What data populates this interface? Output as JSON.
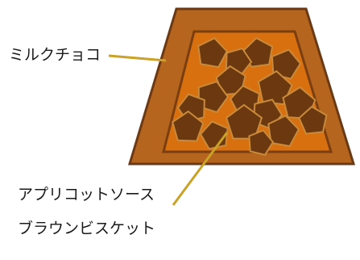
{
  "labels": {
    "milk_chocolate": "ミルクチョコ",
    "apricot_sauce": "アプリコットソース",
    "brown_biscuit": "ブラウンビスケット"
  },
  "colors": {
    "outer_frame": "#b5651d",
    "outer_stroke": "#6b3a14",
    "inner_fill": "#d9700f",
    "inner_stroke": "#7a3e10",
    "nut_fill": "#6b3810",
    "nut_stroke": "#c98a3a",
    "leader_line": "#c9a227"
  }
}
